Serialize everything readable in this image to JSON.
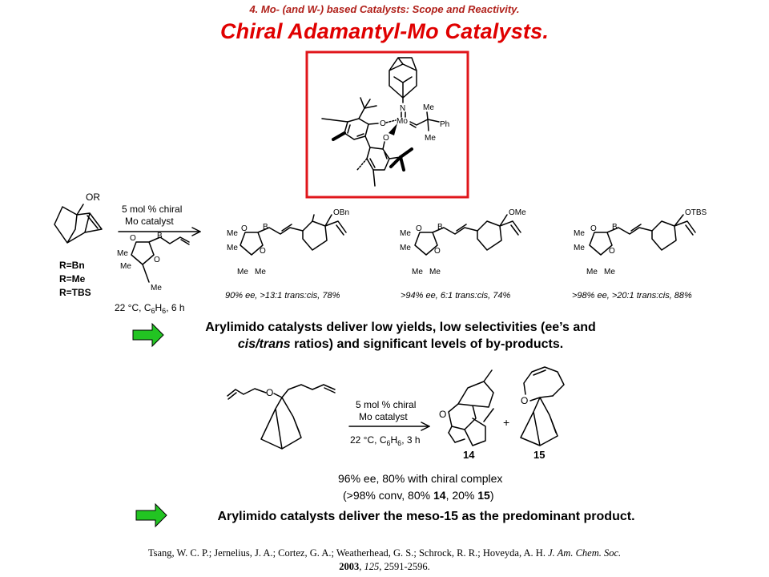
{
  "header": {
    "section": "4. Mo- (and W-) based Catalysts:  Scope and Reactivity.",
    "title": "Chiral Adamantyl-Mo Catalysts."
  },
  "catalyst": {
    "frame_color": "#e0161b",
    "labels": {
      "n": "N",
      "mo": "Mo",
      "o1": "O",
      "o2": "O",
      "me1": "Me",
      "me2": "Me",
      "ph": "Ph"
    }
  },
  "scheme1": {
    "substrate_label": "OR",
    "conditions": [
      "5 mol % chiral",
      "Mo catalyst"
    ],
    "reagent_atoms": {
      "me1": "Me",
      "me2": "Me",
      "me3": "Me",
      "o1": "O",
      "o2": "O",
      "b": "B"
    },
    "r_groups": [
      "R=Bn",
      "R=Me",
      "R=TBS"
    ],
    "temp_prefix": "22 °C, C",
    "temp_sub": "6",
    "temp_h": "H",
    "temp_sub2": "6",
    "temp_suffix": ", 6 h",
    "products": [
      {
        "group": "OBn",
        "result": "90% ee, >13:1 trans:cis, 78%"
      },
      {
        "group": "OMe",
        "result": ">94% ee, 6:1 trans:cis, 74%"
      },
      {
        "group": "OTBS",
        "result": ">98% ee, >20:1 trans:cis, 88%"
      }
    ],
    "product_atoms": {
      "me1": "Me",
      "me2": "Me",
      "me3": "Me",
      "me4": "Me",
      "o1": "O",
      "o2": "O",
      "b": "B"
    }
  },
  "note1": {
    "line1": "Arylimido catalysts deliver low yields, low selectivities (ee’s and",
    "line2_italic": "cis/trans",
    "line2_rest": " ratios) and significant levels of by-products."
  },
  "scheme2": {
    "substrate_o": "O",
    "conditions": [
      "5 mol % chiral",
      "Mo catalyst"
    ],
    "temp_prefix": "22 °C, C",
    "temp_sub": "6",
    "temp_h": "H",
    "temp_sub2": "6",
    "temp_suffix": ", 3 h",
    "product14_o": "O",
    "product15_o": "O",
    "plus": "+",
    "compound14": "14",
    "compound15": "15",
    "result_line1": "96% ee, 80% with chiral complex",
    "result_line2_a": "(>98% conv, 80% ",
    "result_line2_14": "14",
    "result_line2_b": ", 20% ",
    "result_line2_15": "15",
    "result_line2_c": ")"
  },
  "note2": {
    "text": "Arylimido catalysts deliver the meso-15 as the predominant product."
  },
  "arrow_color": "#22c422",
  "reference": {
    "authors": "Tsang, W. C. P.; Jernelius, J. A.; Cortez, G. A.; Weatherhead, G. S.; Schrock, R. R.; Hoveyda, A. H. ",
    "journal": "J. Am. Chem. Soc.",
    "year": "2003",
    "volume": "125",
    "pages": ", 2591-2596."
  }
}
